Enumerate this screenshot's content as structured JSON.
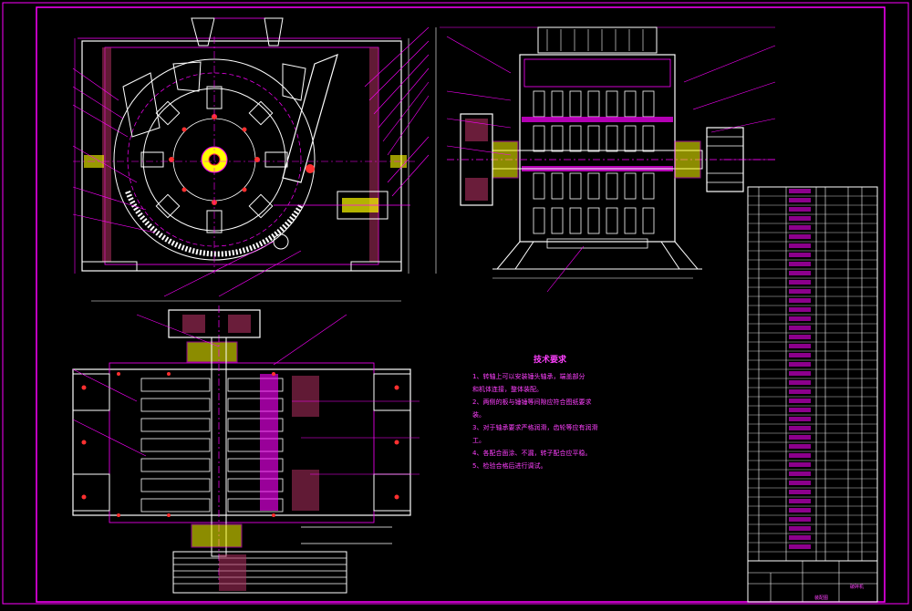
{
  "colors": {
    "background": "#000000",
    "magenta": "#ff00ff",
    "white": "#ffffff",
    "yellow": "#ffff00",
    "cyan": "#00ffff",
    "red": "#ff3030",
    "green": "#00ff00"
  },
  "tech_requirements": {
    "title": "技术要求",
    "items": [
      "1、转轴上可以安装锤头轴承，端盖部分",
      "   和机体连接，整体装配。",
      "2、两侧的板与锤锤等间隙应符合图纸要求",
      "   装。",
      "3、对于轴承要求严格润滑，齿轮等应有润滑",
      "   工。",
      "4、各配合面涂、不漏，转子配合应平稳。",
      "5、检验合格后进行调试。"
    ]
  },
  "title_block": {
    "label_a": "破碎机",
    "label_b": "装配图"
  }
}
